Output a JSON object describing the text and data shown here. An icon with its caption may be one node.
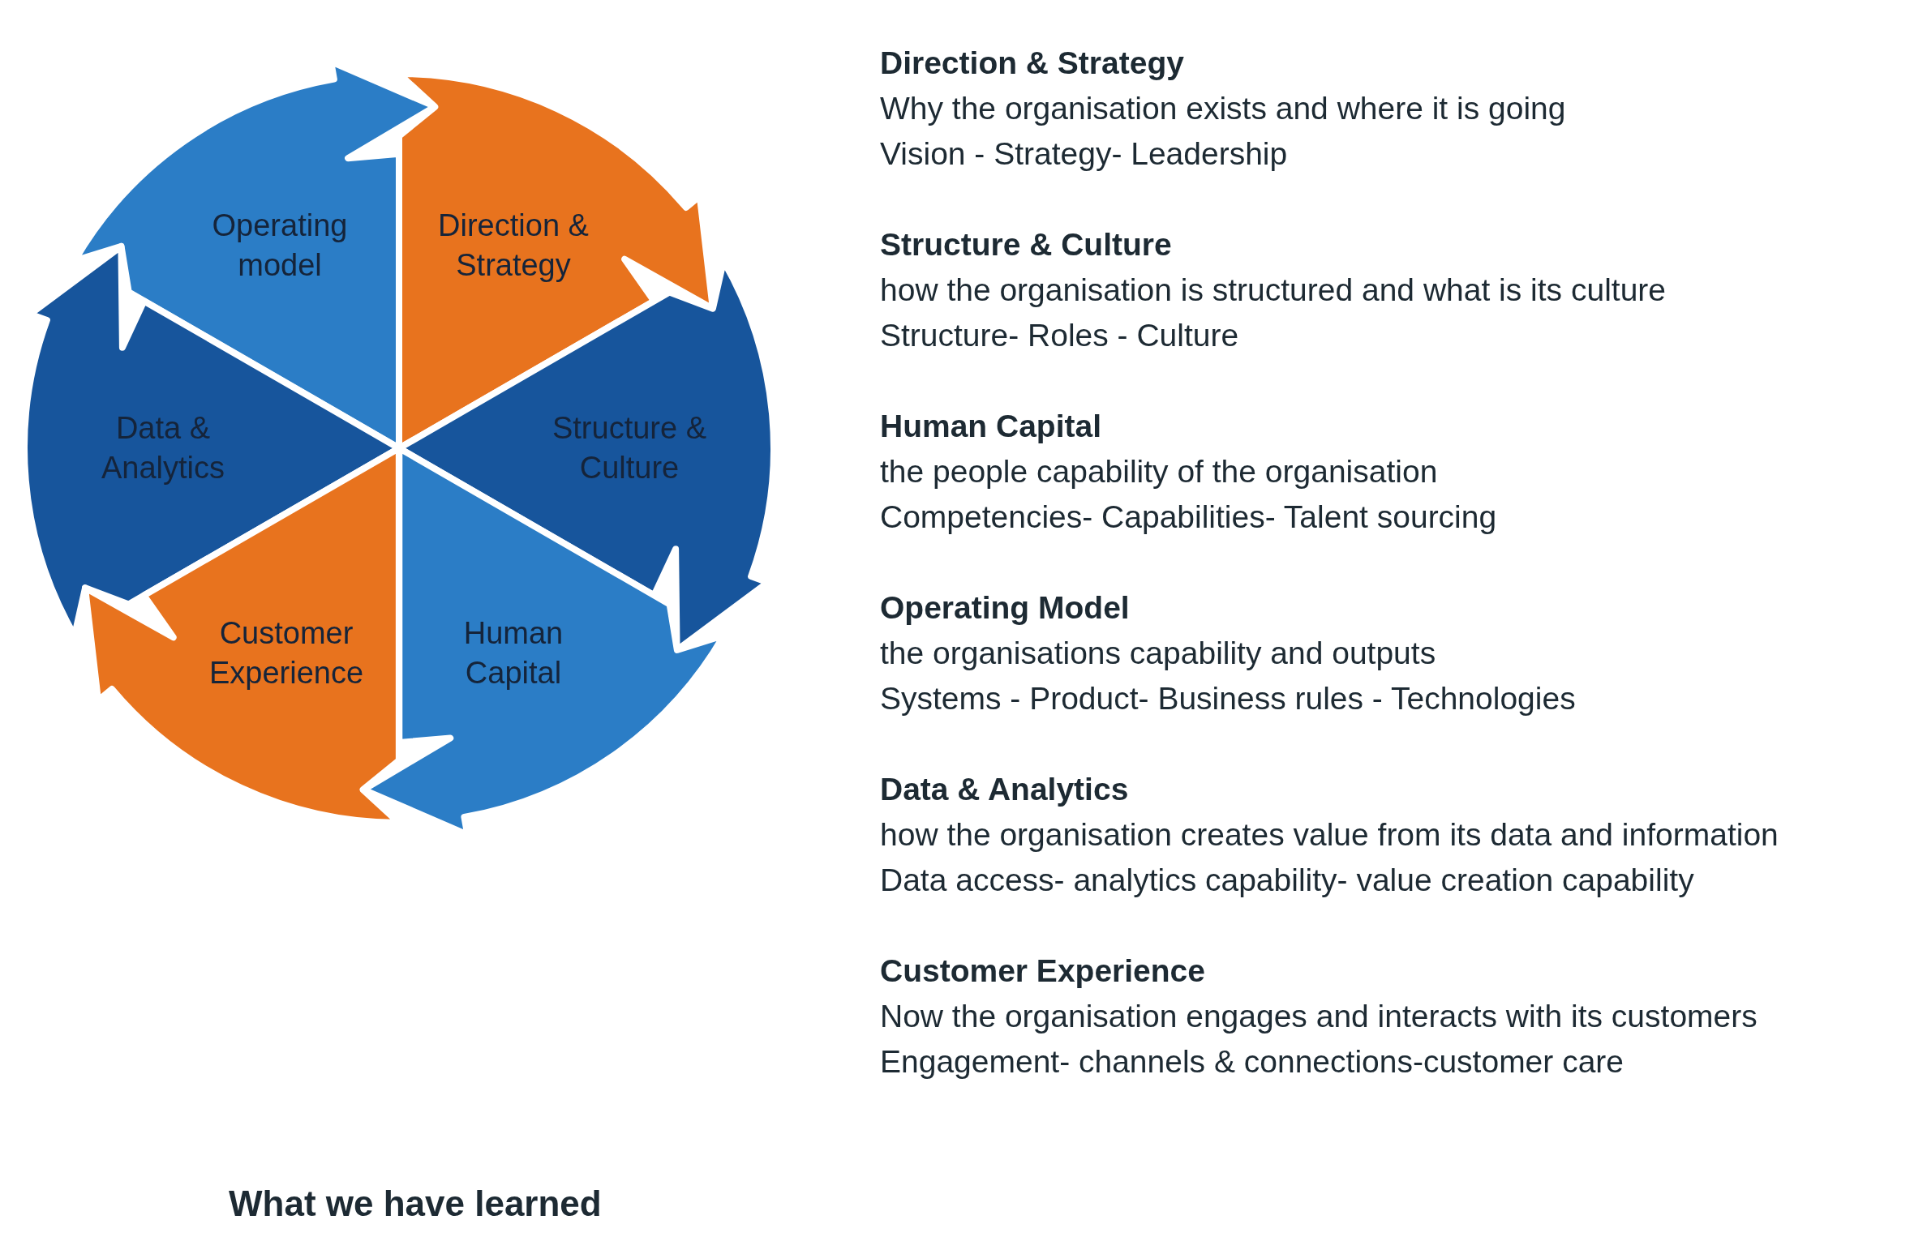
{
  "diagram": {
    "nodes": [
      {
        "text": [
          "Operating model"
        ]
      },
      {
        "text": [
          "Direction & Strategy"
        ]
      },
      {
        "text": [
          "Data & Analytics"
        ]
      },
      {
        "text": [
          "Structure & Culture"
        ]
      },
      {
        "text": [
          "Customer Experience"
        ]
      },
      {
        "text": [
          "Human Capital"
        ]
      }
    ],
    "labels": [
      "Direction & Strategy",
      "Why the organisation exists and where it is going",
      "Vision - Strategy- Leadership",
      "Structure & Culture",
      "how the organisation is structured and what is its culture",
      "Structure- Roles - Culture",
      "Human Capital",
      "the people capability of the organisation",
      "Competencies- Capabilities- Talent sourcing",
      "Operating Model",
      "the organisations capability and outputs",
      "Systems - Product- Business rules - Technologies",
      "Data & Analytics",
      "how the organisation creates value from its data and information",
      "Data access- analytics capability- value creation capability",
      "Customer Experience",
      "Now the organisation engages and interacts with its customers",
      "Engagement- channels & connections-customer care",
      "What we have learned"
    ]
  }
}
